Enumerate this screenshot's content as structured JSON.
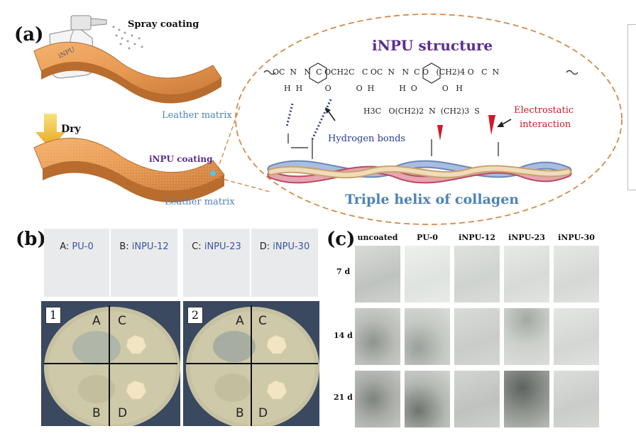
{
  "panel_a": {
    "label": "(a)",
    "spray_coating": "Spray coating",
    "bottle_text": "iNPU",
    "dry": "Dry",
    "leather_matrix_top": "Leather matrix",
    "inpu_coating": "iNPU coating",
    "leather_matrix_bottom": "Leather matrix",
    "structure_title": "iNPU structure",
    "hydrogen_bonds": "Hydrogen bonds",
    "electrostatic": "Electrostatic",
    "interaction": "interaction",
    "triple_helix": "Triple helix of collagen",
    "formula_backbone": "OC  N   N  C OCH2C   C OC  N   N  C O   (CH2)4 O   C  N",
    "formula_h_row": "H  H         O          O  H          H  O          O   H",
    "formula_side": "H3C   O(CH2)2  N  (CH2)3  S",
    "colors": {
      "title": "#5b2d8f",
      "helix_text": "#4d83b5",
      "electro": "#c0202c",
      "hbond": "#2b3e95",
      "leather": "#e59a55",
      "dash": "#d4894a"
    }
  },
  "panel_b": {
    "label": "(b)",
    "photos": [
      {
        "prefix": "A: ",
        "name": "PU-0"
      },
      {
        "prefix": "B: ",
        "name": "iNPU-12"
      },
      {
        "prefix": "C: ",
        "name": "iNPU-23"
      },
      {
        "prefix": "D: ",
        "name": "iNPU-30"
      }
    ],
    "dishes": [
      {
        "num": "1",
        "q": [
          "A",
          "C",
          "B",
          "D"
        ]
      },
      {
        "num": "2",
        "q": [
          "A",
          "C",
          "B",
          "D"
        ]
      }
    ]
  },
  "panel_c": {
    "label": "(c)",
    "columns": [
      "uncoated",
      "PU-0",
      "iNPU-12",
      "iNPU-23",
      "iNPU-30"
    ],
    "rows": [
      "7 d",
      "14 d",
      "21 d"
    ]
  }
}
